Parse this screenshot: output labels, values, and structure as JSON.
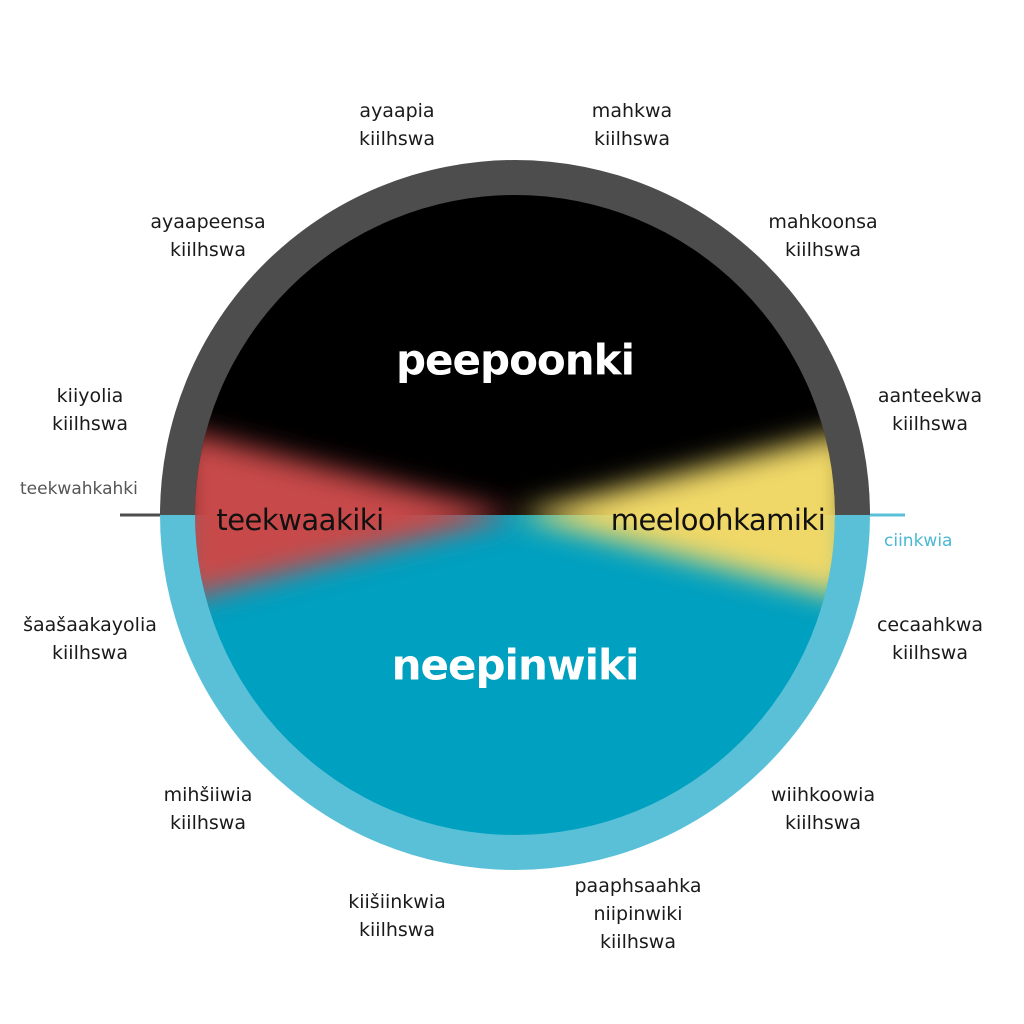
{
  "seasons": {
    "winter": "peepoonki",
    "summer": "neepinwiki",
    "autumn": "teekwaakiki",
    "spring": "meeloohkamiki"
  },
  "horizon": {
    "west": "teekwahkahki",
    "east": "ciinkwia"
  },
  "months": [
    {
      "line1": "ayaapia",
      "line2": "kiilhswa"
    },
    {
      "line1": "mahkwa",
      "line2": "kiilhswa"
    },
    {
      "line1": "ayaapeensa",
      "line2": "kiilhswa"
    },
    {
      "line1": "mahkoonsa",
      "line2": "kiilhswa"
    },
    {
      "line1": "kiiyolia",
      "line2": "kiilhswa"
    },
    {
      "line1": "aanteekwa",
      "line2": "kiilhswa"
    },
    {
      "line1": "šaašaakayolia",
      "line2": "kiilhswa"
    },
    {
      "line1": "cecaahkwa",
      "line2": "kiilhswa"
    },
    {
      "line1": "mihšiiwia",
      "line2": "kiilhswa"
    },
    {
      "line1": "wiihkoowia",
      "line2": "kiilhswa"
    },
    {
      "line1": "kiišiinkwia",
      "line2": "kiilhswa"
    },
    {
      "line1": "paaphsaahka",
      "line2": "niipinwiki",
      "line3": "kiilhswa"
    }
  ],
  "colors": {
    "winter": "#000000",
    "winter_ring": "#4d4d4d",
    "summer": "#00a0c0",
    "summer_ring": "#5ac0d8",
    "autumn": "#c84a4a",
    "spring": "#f0d868"
  }
}
